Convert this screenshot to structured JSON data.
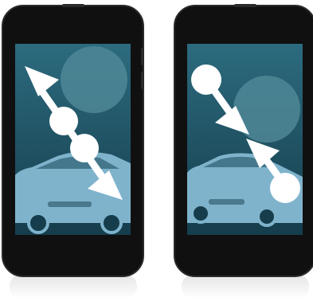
{
  "illustration": {
    "panels": [
      {
        "gesture": "pinch-out",
        "arrows": [
          "arrow-up-left",
          "arrow-down-right"
        ]
      },
      {
        "gesture": "pinch-in",
        "arrows": [
          "arrow-down-right",
          "arrow-up-left"
        ]
      }
    ]
  },
  "colors": {
    "phone_body": "#101010",
    "phone_edge": "#2a2a2a",
    "screen_top": "#2c6b7e",
    "screen_bottom": "#153d4c",
    "moon": "#4f8796",
    "car": "#7fb3cc",
    "car_glass": "#2b5e70",
    "gesture": "#ffffff",
    "reflection": "#d0d0d0"
  }
}
